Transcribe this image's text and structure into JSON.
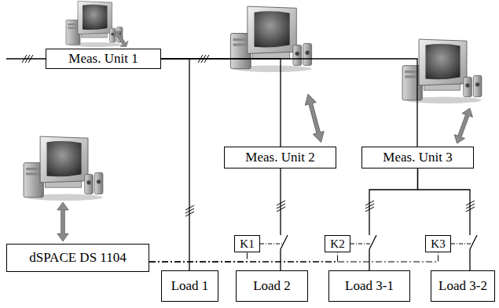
{
  "diagram": {
    "nodes": [
      {
        "text": [
          "Meas. Unit 1"
        ]
      },
      {
        "text": [
          "Meas. Unit 2"
        ]
      },
      {
        "text": [
          "Meas. Unit 3"
        ]
      },
      {
        "text": [
          "dSPACE DS 1104"
        ]
      },
      {
        "text": [
          "K1"
        ]
      },
      {
        "text": [
          "K2"
        ]
      },
      {
        "text": [
          "K3"
        ]
      },
      {
        "text": [
          "Load 1"
        ]
      },
      {
        "text": [
          "Load 2"
        ]
      },
      {
        "text": [
          "Load 3-1"
        ]
      },
      {
        "text": [
          "Load 3-2"
        ]
      }
    ],
    "edges": [
      {
        "from": 0,
        "to": 1,
        "arrow": "none"
      },
      {
        "from": 0,
        "to": 2,
        "arrow": "none"
      },
      {
        "from": 0,
        "to": 7,
        "arrow": "none"
      },
      {
        "from": 1,
        "to": 8,
        "arrow": "none"
      },
      {
        "from": 2,
        "to": 9,
        "arrow": "none"
      },
      {
        "from": 2,
        "to": 10,
        "arrow": "none"
      },
      {
        "from": 3,
        "to": 4,
        "arrow": "none"
      },
      {
        "from": 3,
        "to": 5,
        "arrow": "none"
      },
      {
        "from": 3,
        "to": 6,
        "arrow": "none"
      }
    ]
  }
}
